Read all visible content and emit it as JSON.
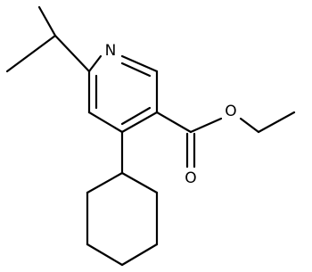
{
  "structure": {
    "atoms": {
      "ring_nitrogen": "N",
      "ester_ether_oxygen": "O",
      "carbonyl_oxygen": "O"
    }
  },
  "colors": {
    "bond": "#000000",
    "background": "#ffffff"
  }
}
